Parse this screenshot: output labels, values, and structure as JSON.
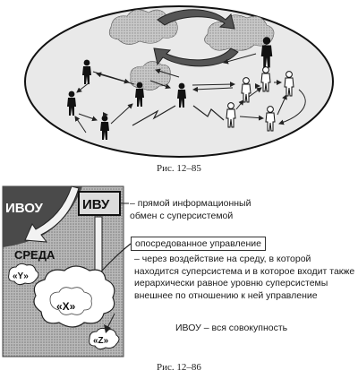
{
  "figure1": {
    "caption": "Рис. 12–85"
  },
  "figure2": {
    "caption": "Рис. 12–86",
    "label_ivou": "ИВОУ",
    "label_ivu": "ИВУ",
    "label_sreda": "СРЕДА",
    "label_x": "«X»",
    "label_y": "«Y»",
    "label_z": "«Z»",
    "direct_exchange_dash": "–",
    "direct_exchange_text": "прямой информационный обмен с суперсистемой",
    "indirect_control_label": "опосредованное управление",
    "indirect_control_text": "– через воздействие на среду, в которой находится суперсистема и в которое входит также иерархически равное уровню суперсистемы внешнее по отношению к ней управление",
    "ivou_definition": "ИВОУ – вся совокупность"
  }
}
